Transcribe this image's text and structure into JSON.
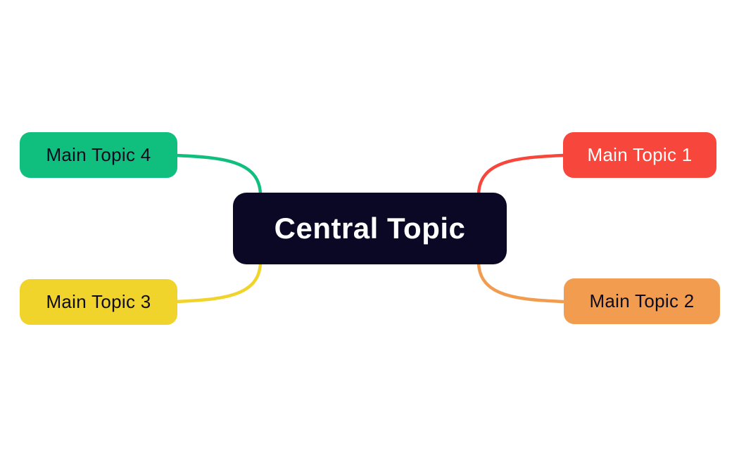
{
  "app": {
    "background_color": "#FFFFFF"
  },
  "mindmap": {
    "central": {
      "label": "Central Topic",
      "color": "#0A0824",
      "text_color": "#FFFFFF"
    },
    "topics": [
      {
        "label": "Main Topic 1",
        "color": "#F7473C",
        "text_color": "#FFFFFF",
        "position": "top-right"
      },
      {
        "label": "Main Topic 2",
        "color": "#F19C4F",
        "text_color": "#0E0C20",
        "position": "bottom-right"
      },
      {
        "label": "Main Topic 3",
        "color": "#F0D42C",
        "text_color": "#0E0C20",
        "position": "bottom-left"
      },
      {
        "label": "Main Topic 4",
        "color": "#10BF7D",
        "text_color": "#0E0C20",
        "position": "top-left"
      }
    ]
  }
}
